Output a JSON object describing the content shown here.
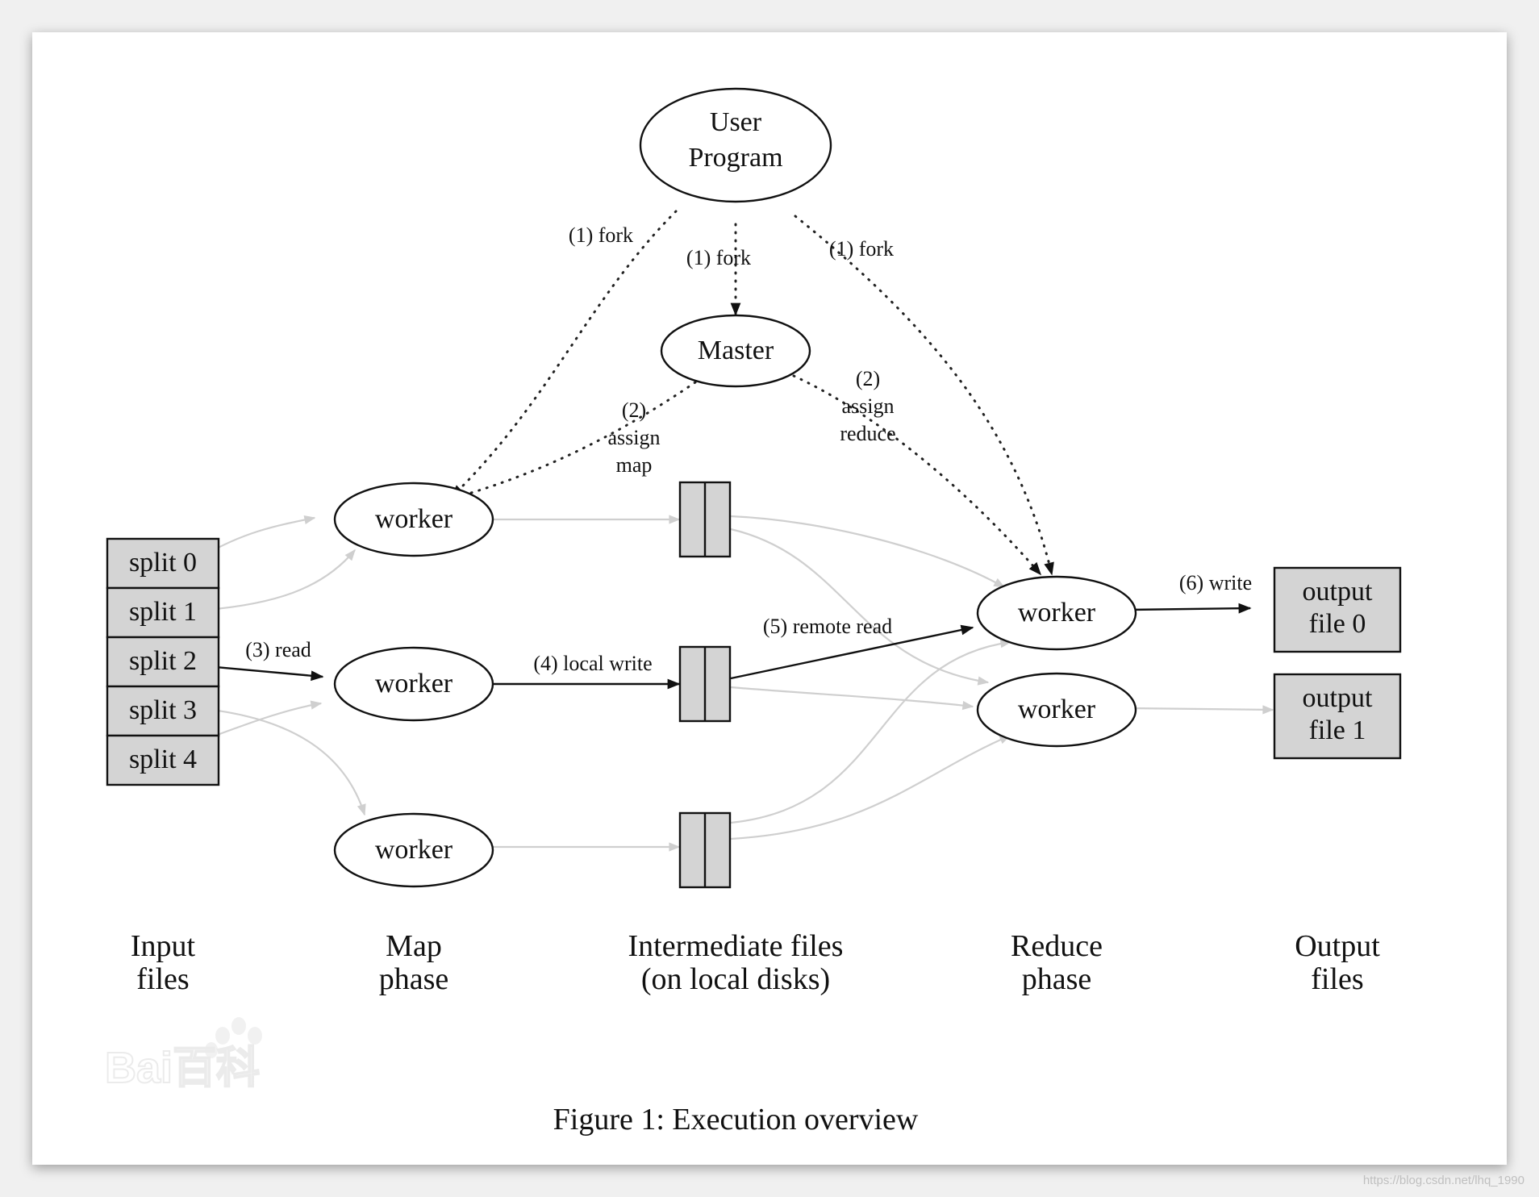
{
  "nodes": {
    "user_program": [
      "User",
      "Program"
    ],
    "master": "Master",
    "map_workers": [
      "worker",
      "worker",
      "worker"
    ],
    "reduce_workers": [
      "worker",
      "worker"
    ],
    "splits": [
      "split 0",
      "split 1",
      "split 2",
      "split 3",
      "split 4"
    ],
    "outputs": [
      [
        "output",
        "file 0"
      ],
      [
        "output",
        "file 1"
      ]
    ]
  },
  "edge_labels": {
    "fork_left": "(1) fork",
    "fork_center": "(1) fork",
    "fork_right": "(1) fork",
    "assign_map": [
      "(2)",
      "assign",
      "map"
    ],
    "assign_reduce": [
      "(2)",
      "assign",
      "reduce"
    ],
    "read": "(3) read",
    "local_write": "(4) local write",
    "remote_read": "(5) remote read",
    "write": "(6) write"
  },
  "columns": {
    "input": [
      "Input",
      "files"
    ],
    "map": [
      "Map",
      "phase"
    ],
    "intermediate": [
      "Intermediate files",
      "(on local disks)"
    ],
    "reduce": [
      "Reduce",
      "phase"
    ],
    "output": [
      "Output",
      "files"
    ]
  },
  "caption": "Figure 1: Execution overview",
  "watermark": "Bai百科",
  "source_url": "https://blog.csdn.net/lhq_1990"
}
